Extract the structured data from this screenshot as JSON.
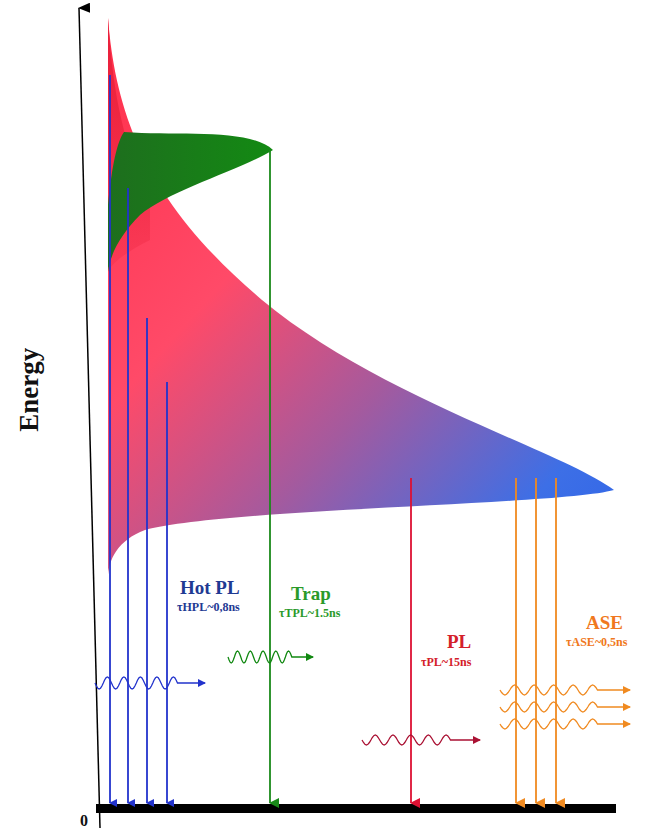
{
  "diagram": {
    "labels": [
      "Energy",
      "0",
      "Hot PL",
      "τHPL~0,8ns",
      "Trap",
      "τTPL~1.5ns",
      "PL",
      "τPL~15ns",
      "ASE",
      "τASE~0,5ns"
    ]
  }
}
